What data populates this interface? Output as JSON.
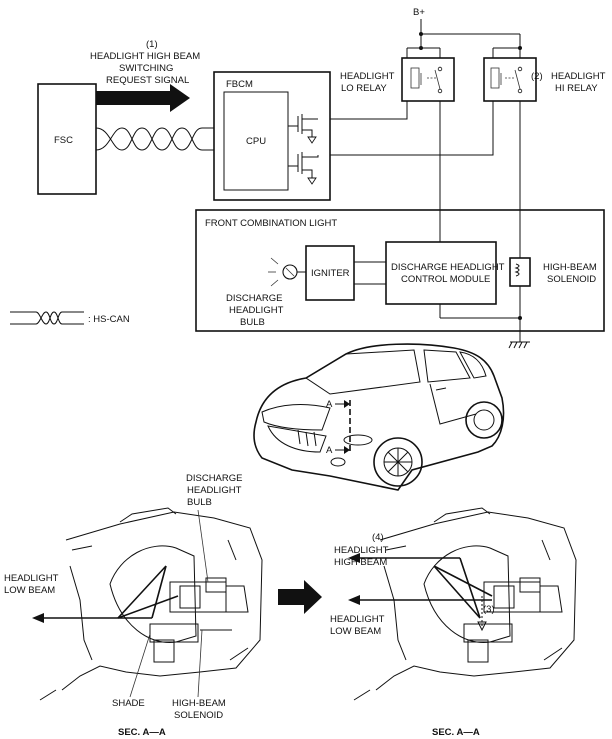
{
  "wiring": {
    "power_label": "B+",
    "fsc_label": "FSC",
    "fbcm_label": "FBCM",
    "cpu_label": "CPU",
    "signal_number": "(1)",
    "signal_line1": "HEADLIGHT HIGH BEAM",
    "signal_line2": "SWITCHING",
    "signal_line3": "REQUEST SIGNAL",
    "lo_relay_line1": "HEADLIGHT",
    "lo_relay_line2": "LO RELAY",
    "hi_relay_number": "(2)",
    "hi_relay_line1": "HEADLIGHT",
    "hi_relay_line2": "HI RELAY",
    "front_combination_label": "FRONT COMBINATION LIGHT",
    "igniter_label": "IGNITER",
    "control_module_line1": "DISCHARGE HEADLIGHT",
    "control_module_line2": "CONTROL MODULE",
    "solenoid_line1": "HIGH-BEAM",
    "solenoid_line2": "SOLENOID",
    "bulb_line1": "DISCHARGE",
    "bulb_line2": "HEADLIGHT",
    "bulb_line3": "BULB",
    "legend_label": ": HS-CAN"
  },
  "vehicle": {
    "section_marker_top": "A",
    "section_marker_bottom": "A"
  },
  "section_left": {
    "bulb_line1": "DISCHARGE",
    "bulb_line2": "HEADLIGHT",
    "bulb_line3": "BULB",
    "beam_line1": "HEADLIGHT",
    "beam_line2": "LOW BEAM",
    "shade_label": "SHADE",
    "solenoid_line1": "HIGH-BEAM",
    "solenoid_line2": "SOLENOID",
    "caption": "SEC. A—A"
  },
  "section_right": {
    "beam_number": "(4)",
    "high_line1": "HEADLIGHT",
    "high_line2": "HIGH BEAM",
    "low_line1": "HEADLIGHT",
    "low_line2": "LOW BEAM",
    "mark_number": "(3)",
    "caption": "SEC. A—A"
  }
}
